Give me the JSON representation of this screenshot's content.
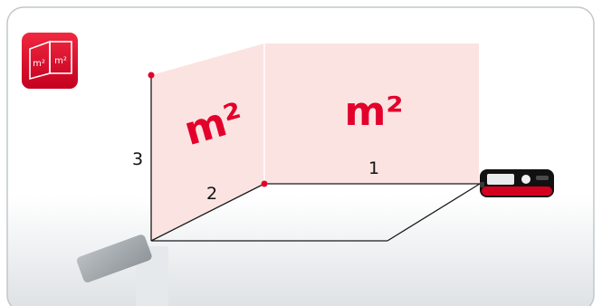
{
  "badge": {
    "icon": "area-walls-icon",
    "left_unit": "m²",
    "right_unit": "m²",
    "color": "#e3002b"
  },
  "walls": {
    "left_wall_label": "m²",
    "back_wall_label": "m²",
    "wall_color": "#fbe3e1"
  },
  "measurements": {
    "height_label": "3",
    "side_label": "2",
    "length_label": "1",
    "point_color": "#e3002b"
  },
  "device": {
    "icon": "laser-distance-meter-icon"
  }
}
